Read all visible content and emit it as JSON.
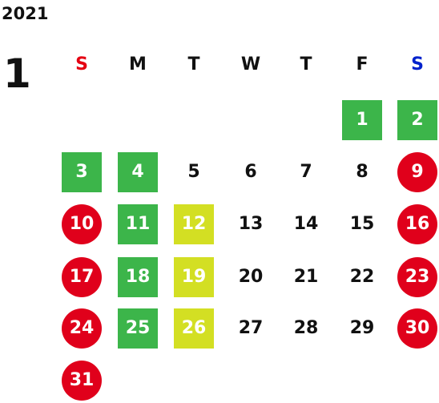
{
  "calendar": {
    "year": "2021",
    "month": "1",
    "weekdays": [
      {
        "label": "S",
        "color": "#e50012"
      },
      {
        "label": "M",
        "color": "#111111"
      },
      {
        "label": "T",
        "color": "#111111"
      },
      {
        "label": "W",
        "color": "#111111"
      },
      {
        "label": "T",
        "color": "#111111"
      },
      {
        "label": "F",
        "color": "#111111"
      },
      {
        "label": "S",
        "color": "#0022cc"
      }
    ],
    "first_weekday_index": 5,
    "days_in_month": 31,
    "colors": {
      "green": "#3cb54a",
      "yellow": "#d3df23",
      "red": "#e0001b"
    },
    "highlights": {
      "1": "green",
      "2": "green",
      "3": "green",
      "4": "green",
      "9": "red",
      "10": "red",
      "11": "green",
      "12": "yellow",
      "16": "red",
      "17": "red",
      "18": "green",
      "19": "yellow",
      "23": "red",
      "24": "red",
      "25": "green",
      "26": "yellow",
      "30": "red",
      "31": "red"
    }
  }
}
